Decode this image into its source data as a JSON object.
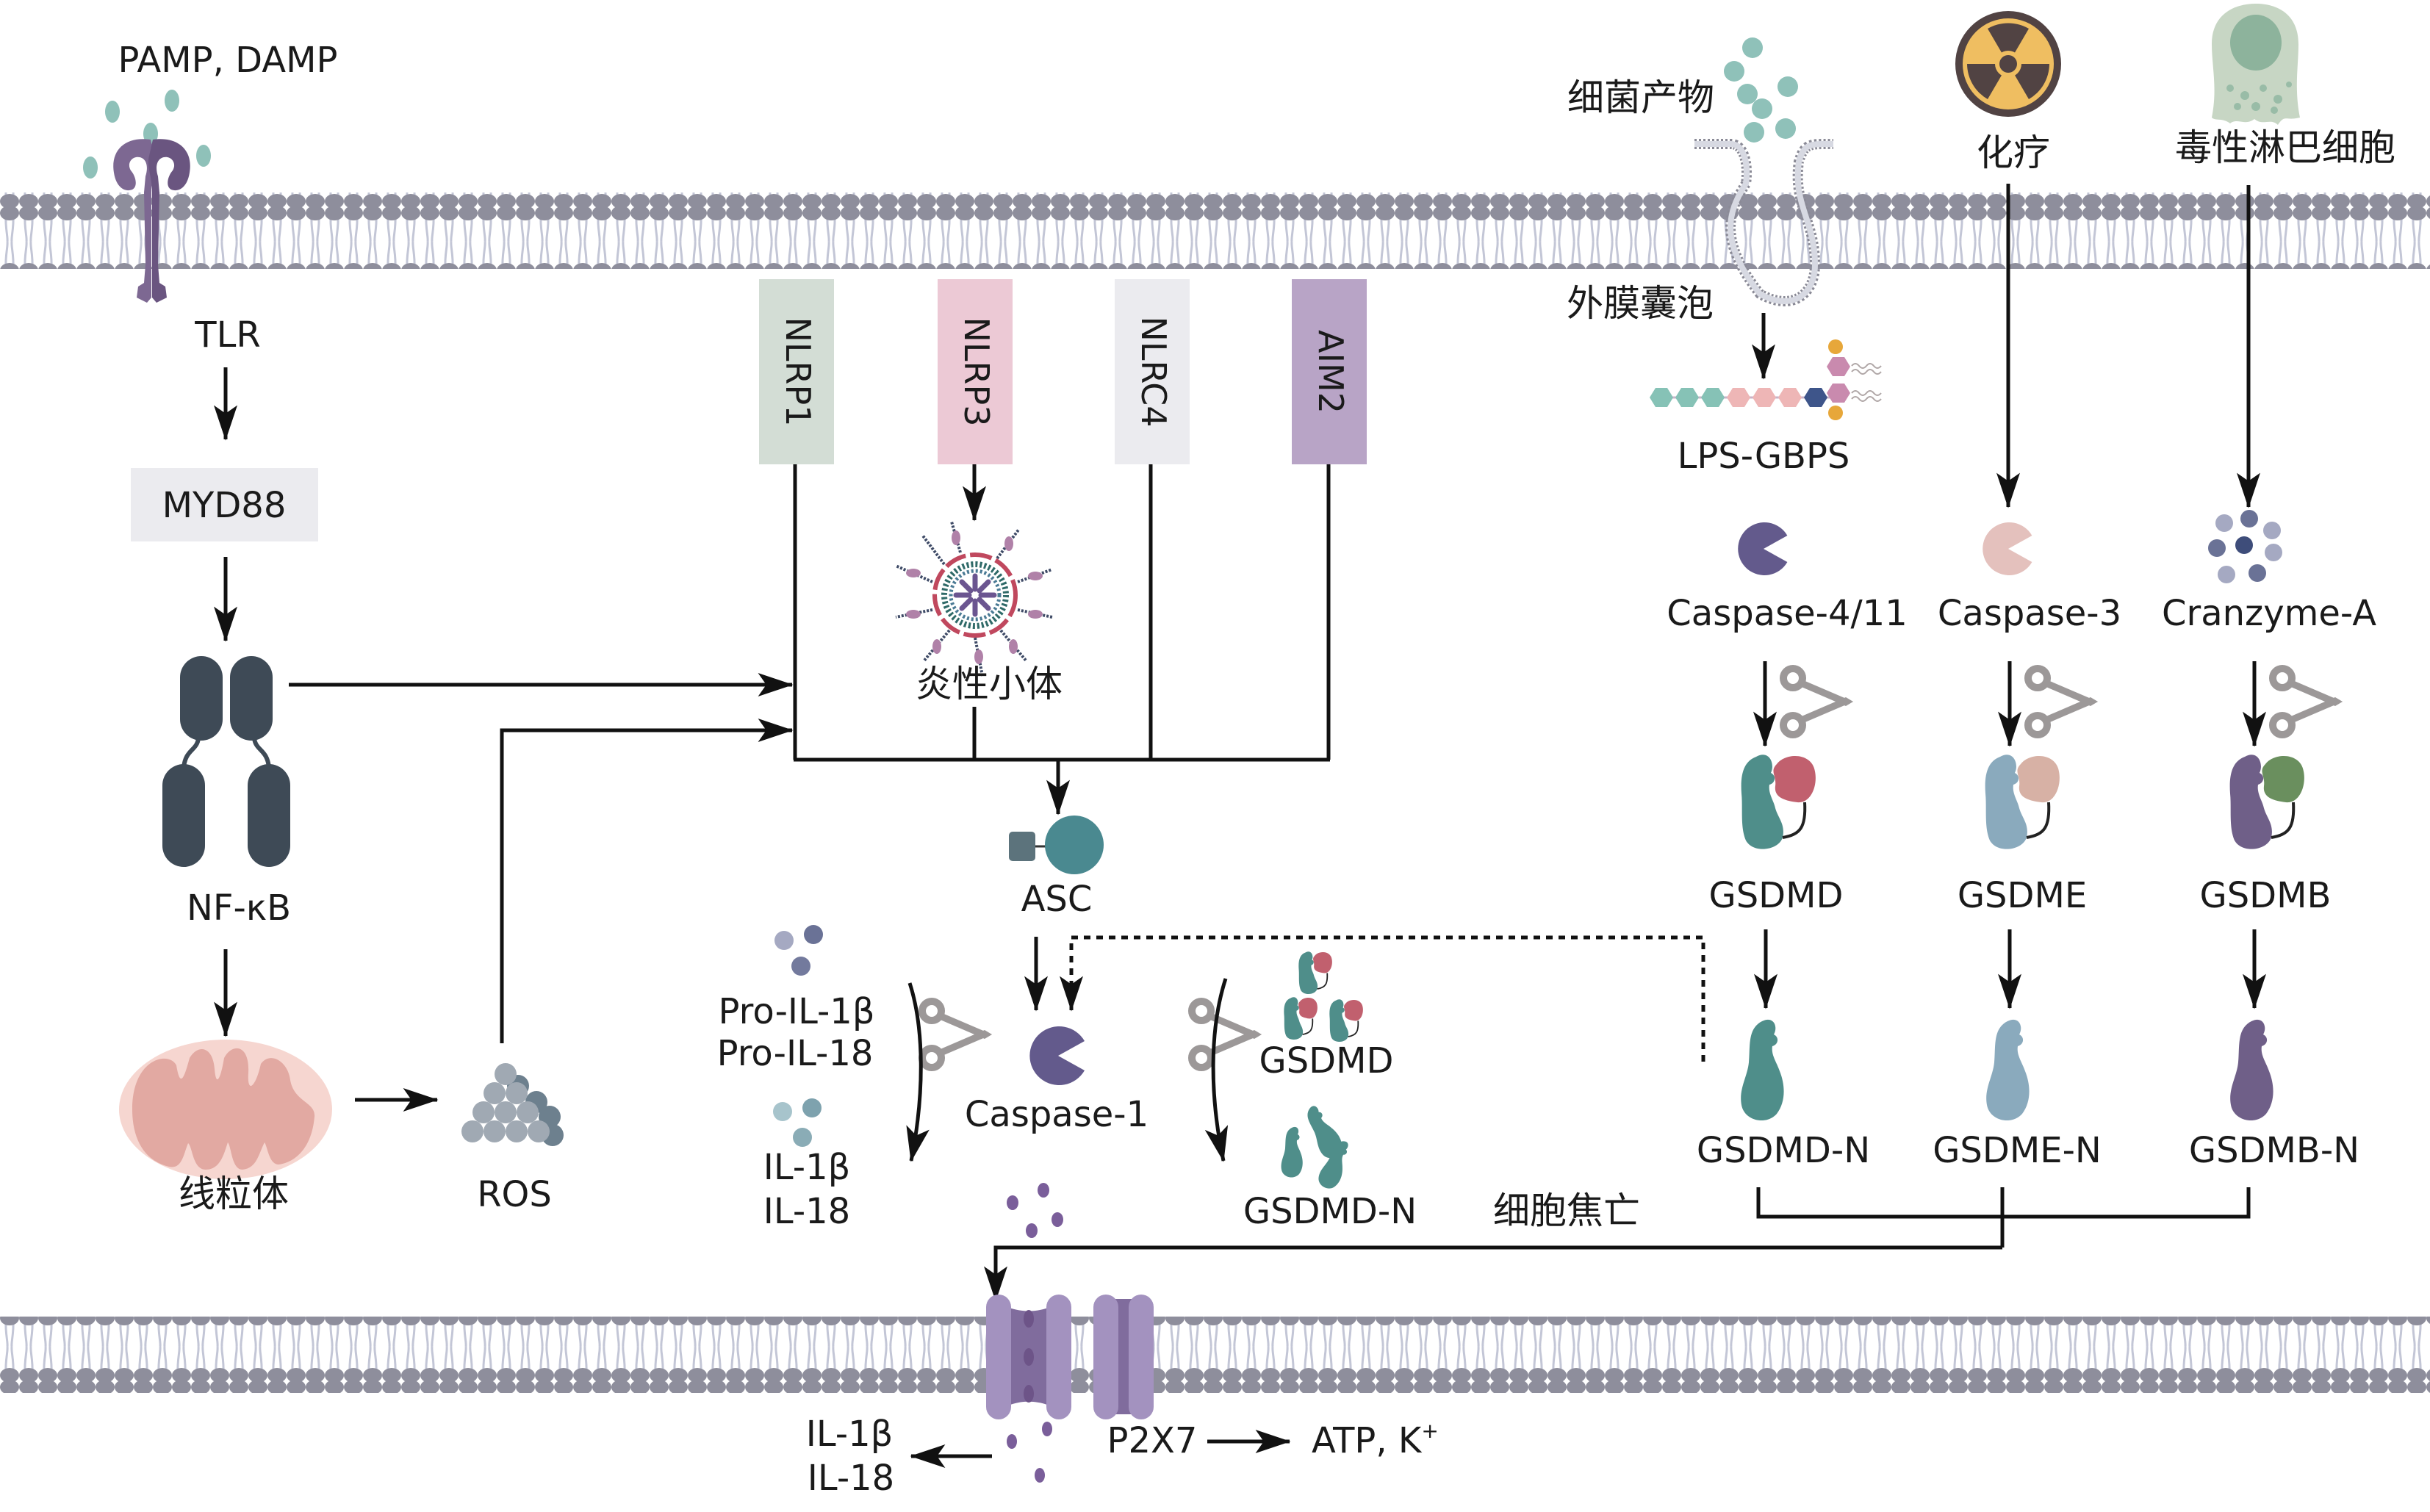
{
  "title": "Pyroptosis signaling pathway diagram",
  "colors": {
    "membrane_head": "#8e8e9c",
    "membrane_tail": "#c3c6d6",
    "ligand_teal": "#8fc1b9",
    "tlr_purple": "#7a6390",
    "nfkb_dark": "#3e4a56",
    "caspase_purple": "#635a8c",
    "caspase3_pink": "#e4c1bd",
    "gsdmd_teal": "#4f8e8a",
    "gsdmd_red": "#c1606e",
    "gsdme_blue": "#8aaabd",
    "gsdme_tan": "#d7b1a5",
    "gsdmb_purple": "#6f5f88",
    "gsdmb_green": "#6a8f5e",
    "pore_purple": "#a392bf",
    "scissors_gray": "#9c9898",
    "mito_outer": "#f6d6d0",
    "mito_inner": "#e2a9a2"
  },
  "left_pathway": {
    "ligands_label": "PAMP, DAMP",
    "receptor_label": "TLR",
    "adaptor_label": "MYD88",
    "transcription_factor_label": "NF-κB",
    "mitochondria_label": "线粒体",
    "ros_label": "ROS"
  },
  "sensors": [
    {
      "label": "NLRP1",
      "color": "#d3ddd5"
    },
    {
      "label": "NLRP3",
      "color": "#ecc9d5"
    },
    {
      "label": "NLRC4",
      "color": "#ebebef"
    },
    {
      "label": "AIM2",
      "color": "#b8a4c6"
    }
  ],
  "inflammasome_label": "炎性小体",
  "asc_label": "ASC",
  "caspase1_label": "Caspase-1",
  "cytokines": {
    "pro_labels": [
      "Pro-IL-1β",
      "Pro-IL-18"
    ],
    "mature_labels": [
      "IL-1β",
      "IL-18"
    ]
  },
  "gsdmd_center": {
    "full_label": "GSDMD",
    "n_label": "GSDMD-N"
  },
  "pyroptosis_label": "细胞焦亡",
  "right_pathway": {
    "bacteria_label": "细菌产物",
    "vesicle_label": "外膜囊泡",
    "lps_label": "LPS-GBPS",
    "chemo_label": "化疗",
    "lymphocyte_label": "毒性淋巴细胞",
    "columns": [
      {
        "enzyme": "Caspase-4/11",
        "gasdermin": "GSDMD",
        "n_terminal": "GSDMD-N"
      },
      {
        "enzyme": "Caspase-3",
        "gasdermin": "GSDME",
        "n_terminal": "GSDME-N"
      },
      {
        "enzyme": "Cranzyme-A",
        "gasdermin": "GSDMB",
        "n_terminal": "GSDMB-N"
      }
    ]
  },
  "bottom": {
    "released_labels": [
      "IL-1β",
      "IL-18"
    ],
    "channel_label": "P2X7",
    "efflux_label": "ATP, K",
    "efflux_superscript": "+"
  }
}
